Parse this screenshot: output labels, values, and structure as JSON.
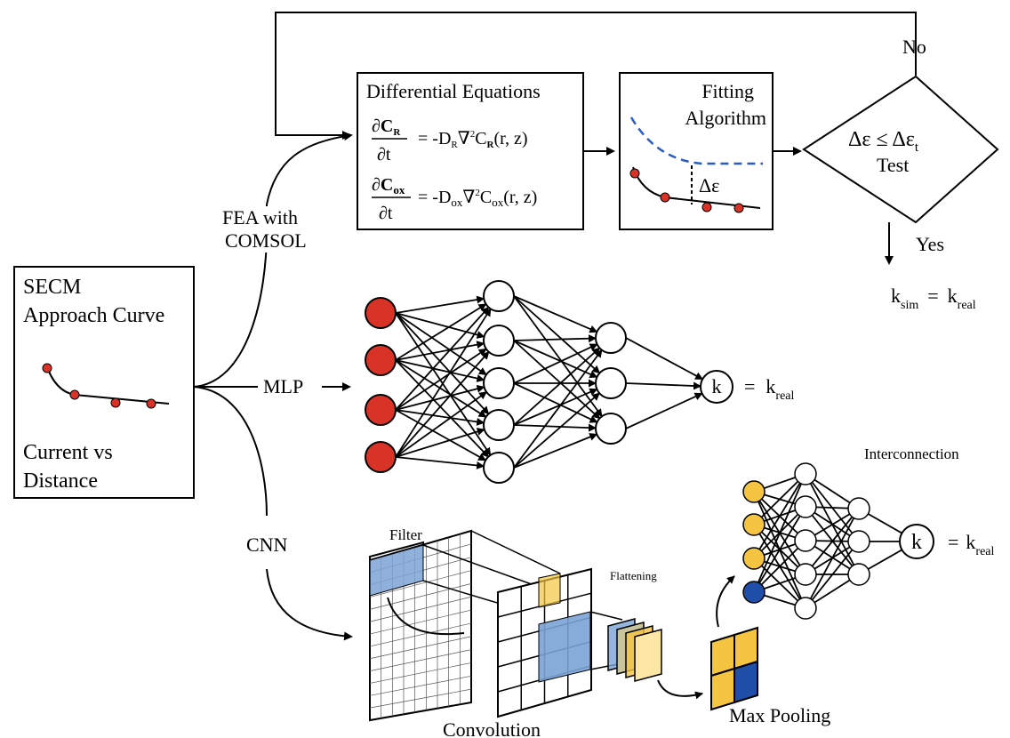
{
  "secm_box": {
    "title_line1": "SECM",
    "title_line2": "Approach Curve",
    "footer_line1": "Current vs",
    "footer_line2": "Distance"
  },
  "branches": {
    "fea_line1": "FEA with",
    "fea_line2": "COMSOL",
    "mlp": "MLP",
    "cnn": "CNN"
  },
  "diff_eq_box": {
    "title": "Differential Equations",
    "eq1": {
      "partial": "∂",
      "num_var": "C",
      "num_sub": "R",
      "den": "∂t",
      "rhs_prefix": "= -D",
      "rhs_d_sub": "R",
      "rhs_nabla": "∇",
      "rhs_sq": "2",
      "rhs_c": "C",
      "rhs_c_sub": "R",
      "rhs_tail": "(r, z)"
    },
    "eq2": {
      "partial": "∂",
      "num_var": "C",
      "num_sub": "ox",
      "den": "∂t",
      "rhs_prefix": "= -D",
      "rhs_d_sub": "ox",
      "rhs_nabla": "∇",
      "rhs_sq": "2",
      "rhs_c": "C",
      "rhs_c_sub": "ox",
      "rhs_tail": "(r, z)"
    }
  },
  "fitting_box": {
    "title_line1": "Fitting",
    "title_line2": "Algorithm",
    "delta_label": "Δε"
  },
  "decision": {
    "line1": "Δε ≤ Δε",
    "line1_sub": "t",
    "line2": "Test",
    "no": "No",
    "yes": "Yes"
  },
  "result_sim": {
    "k": "k",
    "k_sub": "sim",
    "eq": "=",
    "k2": "k",
    "k2_sub": "real"
  },
  "mlp_output": {
    "node": "k",
    "eq": "=",
    "k": "k",
    "k_sub": "real"
  },
  "cnn": {
    "filter": "Filter",
    "flattening": "Flattening",
    "convolution": "Convolution",
    "max_pooling": "Max Pooling",
    "interconnection": "Interconnection",
    "out_node": "k",
    "out_eq": "=",
    "out_k": "k",
    "out_k_sub": "real"
  },
  "colors": {
    "input_node": "#d93328",
    "filter_blue": "#7ba3d6",
    "pool_yellow": "#f5c542",
    "pool_blue": "#1f4fa8",
    "dashed_curve": "#2b5cc4"
  }
}
